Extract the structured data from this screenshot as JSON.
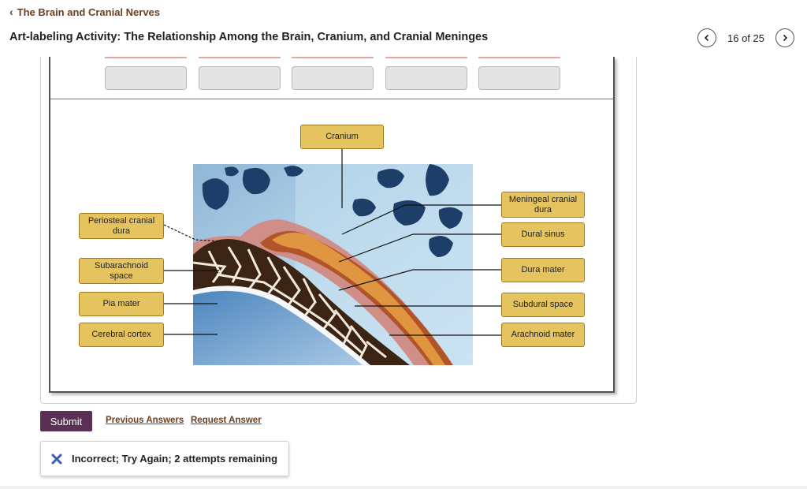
{
  "breadcrumb": {
    "label": "The Brain and Cranial Nerves"
  },
  "header": {
    "title": "Art-labeling Activity: The Relationship Among the Brain, Cranium, and Cranial Meninges"
  },
  "pager": {
    "text": "16 of 25",
    "prev_icon": "chevron-left-icon",
    "next_icon": "chevron-right-icon"
  },
  "label_bank": {
    "empty_slots": 5
  },
  "labels": {
    "cranium": "Cranium",
    "periosteal": "Periosteal cranial dura",
    "subarachnoid": "Subarachnoid space",
    "pia": "Pia mater",
    "cortex": "Cerebral cortex",
    "meningeal": "Meningeal cranial dura",
    "dural_sinus": "Dural sinus",
    "dura_mater": "Dura mater",
    "subdural": "Subdural space",
    "arachnoid": "Arachnoid mater"
  },
  "actions": {
    "submit": "Submit",
    "previous_answers": "Previous Answers",
    "request_answer": "Request Answer"
  },
  "feedback": {
    "message": "Incorrect; Try Again; 2 attempts remaining",
    "icon": "x-icon"
  },
  "colors": {
    "accent": "#6b3f21",
    "submit_bg": "#5a3155",
    "label_fill": "#e5c35e",
    "error_blue": "#3a5bb0"
  }
}
